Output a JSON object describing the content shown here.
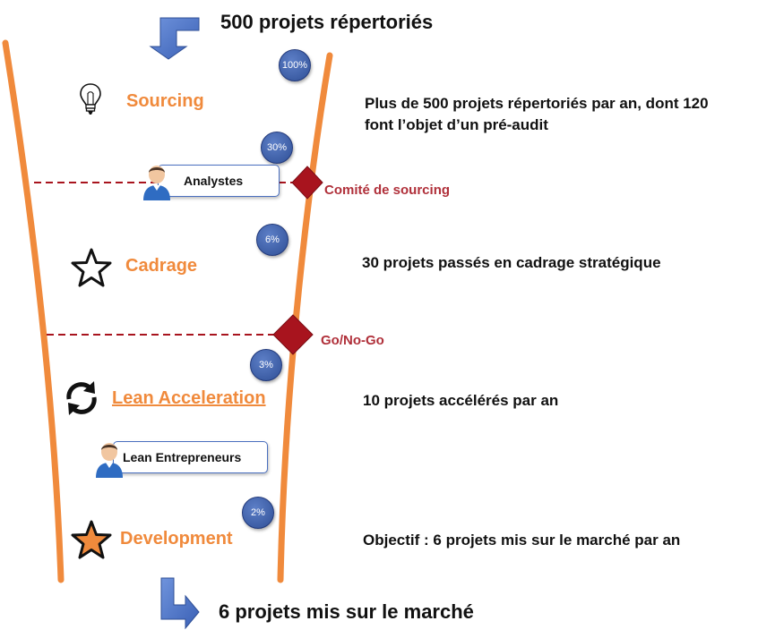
{
  "header": {
    "top_label": "500 projets répertoriés",
    "bottom_label": "6 projets mis sur le marché"
  },
  "stages": [
    {
      "label": "Sourcing",
      "icon": "lightbulb-icon",
      "percent": "100%",
      "description": [
        "Plus de 500 projets répertoriés par an, dont 120",
        "font l’objet d’un pré-audit"
      ]
    },
    {
      "label": "Cadrage",
      "icon": "star-outline-icon",
      "percent": "6%",
      "description": [
        "30 projets passés en cadrage stratégique"
      ]
    },
    {
      "label": "Lean Acceleration",
      "icon": "refresh-cycle-icon",
      "percent": "3%",
      "description": [
        "10 projets accélérés par an"
      ]
    },
    {
      "label": "Development",
      "icon": "star-filled-icon",
      "percent": "2%",
      "description": [
        "Objectif : 6 projets mis sur le marché par an"
      ]
    }
  ],
  "teams": [
    {
      "label": "Analystes",
      "percent": "30%"
    },
    {
      "label": "Lean Entrepreneurs"
    }
  ],
  "gates": [
    {
      "label": "Comité de sourcing"
    },
    {
      "label": "Go/No-Go"
    }
  ],
  "colors": {
    "funnel": "#f08a3c",
    "stage_text": "#f08a3c",
    "gate": "#a8141e",
    "gate_text": "#b0303a",
    "arrow": "#4a72c6",
    "percent_circle": "#3b5ba8"
  }
}
